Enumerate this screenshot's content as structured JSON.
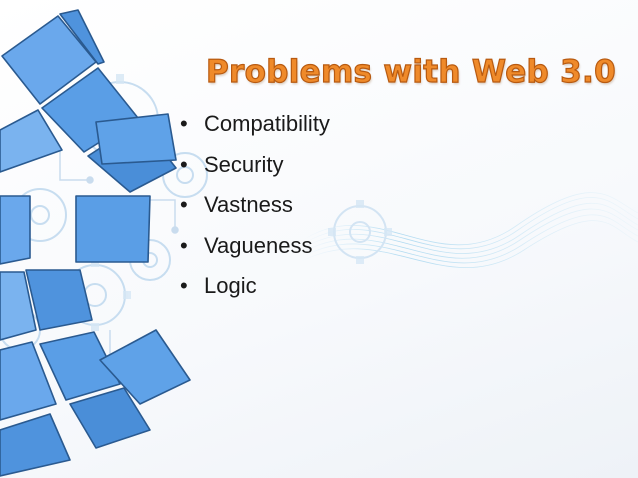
{
  "slide": {
    "title": "Problems with Web 3.0",
    "bullets": [
      "Compatibility",
      "Security",
      "Vastness",
      "Vagueness",
      "Logic"
    ]
  },
  "colors": {
    "title_fill": "#ef8a2a",
    "title_outline": "#b85a10",
    "segment_blue": "#5a9ee6",
    "segment_outline": "#2a5a90",
    "gear_light": "#cfe3f3",
    "wave": "#9fd3ee"
  },
  "icons": [
    "gear-icon",
    "radial-segments-decoration",
    "wave-decoration"
  ]
}
